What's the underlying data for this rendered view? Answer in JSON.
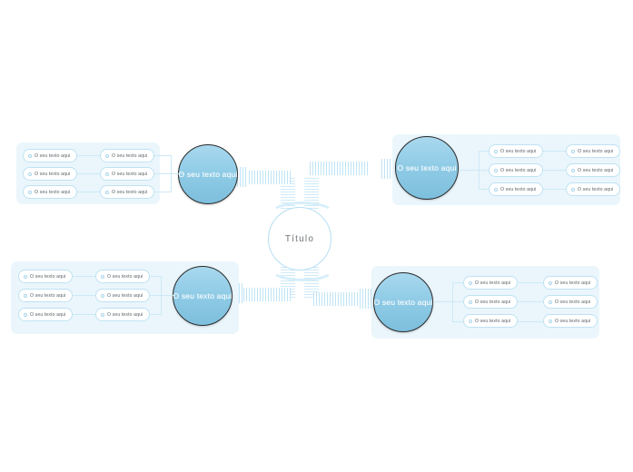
{
  "document": {
    "type": "mind-map",
    "center": {
      "label": "Título"
    },
    "leaf_text": "O seu texto aqui",
    "branch_text": "O seu texto aqui",
    "colors": {
      "panel_background": "#eaf6fc",
      "pill_border": "#bfe2f3",
      "pill_background": "#ffffff",
      "circle_gradient_top": "#a8d8ee",
      "circle_gradient_bottom": "#7dbfdd",
      "circle_border": "#2b2b2b",
      "center_border": "#b5dff2",
      "connector": "#bfe4f5",
      "text": "#5d6468",
      "center_text": "#6f7478",
      "circle_text": "#ffffff",
      "canvas_background": "#ffffff"
    },
    "branches": [
      {
        "id": "top-left",
        "position": "top-left",
        "node_label": "O seu texto aqui",
        "children": [
          {
            "label": "O seu texto aqui",
            "sub_label": "O seu texto aqui"
          },
          {
            "label": "O seu texto aqui",
            "sub_label": "O seu texto aqui"
          },
          {
            "label": "O seu texto aqui",
            "sub_label": "O seu texto aqui"
          }
        ]
      },
      {
        "id": "top-right",
        "position": "top-right",
        "node_label": "O seu texto aqui",
        "children": [
          {
            "label": "O seu texto aqui",
            "sub_label": "O seu texto aqui"
          },
          {
            "label": "O seu texto aqui",
            "sub_label": "O seu texto aqui"
          },
          {
            "label": "O seu texto aqui",
            "sub_label": "O seu texto aqui"
          }
        ]
      },
      {
        "id": "bottom-left",
        "position": "bottom-left",
        "node_label": "O seu texto aqui",
        "children": [
          {
            "label": "O seu texto aqui",
            "sub_label": "O seu texto aqui"
          },
          {
            "label": "O seu texto aqui",
            "sub_label": "O seu texto aqui"
          },
          {
            "label": "O seu texto aqui",
            "sub_label": "O seu texto aqui"
          }
        ]
      },
      {
        "id": "bottom-right",
        "position": "bottom-right",
        "node_label": "O seu texto aqui",
        "children": [
          {
            "label": "O seu texto aqui",
            "sub_label": "O seu texto aqui"
          },
          {
            "label": "O seu texto aqui",
            "sub_label": "O seu texto aqui"
          },
          {
            "label": "O seu texto aqui",
            "sub_label": "O seu texto aqui"
          }
        ]
      }
    ]
  }
}
